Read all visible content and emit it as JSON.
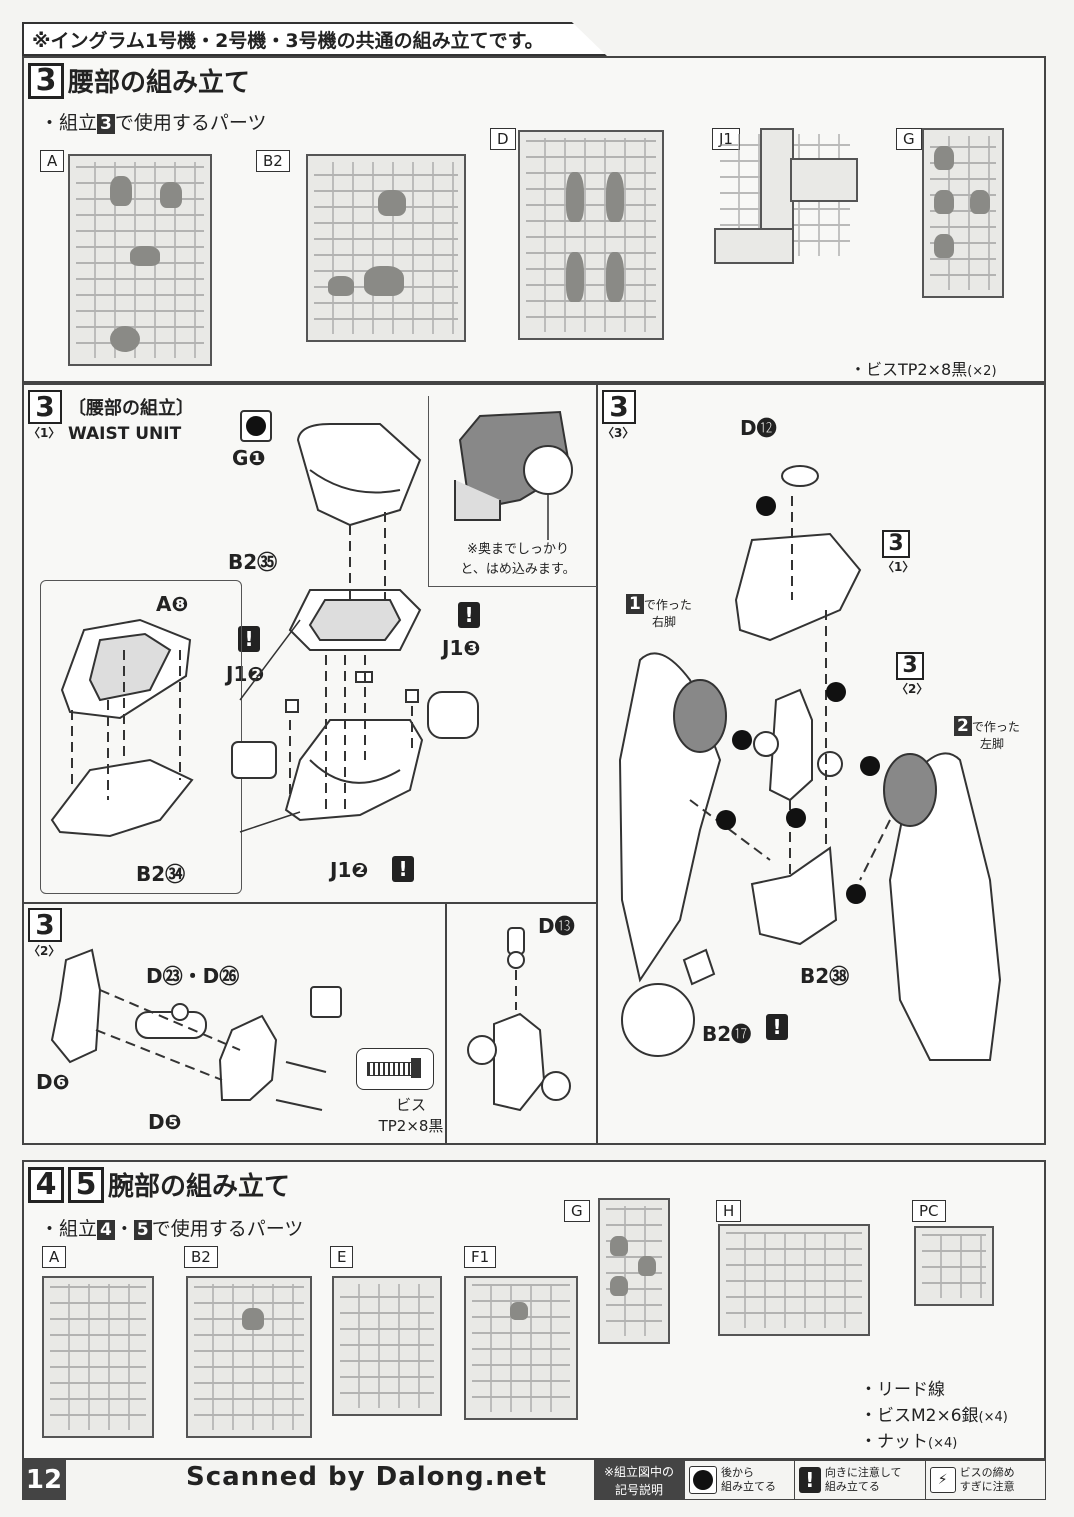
{
  "banner": "※イングラム1号機・2号機・3号機の共通の組み立てです。",
  "section3": {
    "num": "3",
    "title": "腰部の組み立て",
    "parts_prefix": "・組立",
    "parts_step": "3",
    "parts_suffix": "で使用するパーツ",
    "runners": [
      "A",
      "B2",
      "D",
      "J1",
      "G"
    ],
    "screw_note": "・ビスTP2×8黒",
    "screw_qty": "(×2)"
  },
  "step3_1": {
    "num": "3",
    "sub": "〈1〉",
    "title_jp": "〔腰部の組立〕",
    "title_en": "WAIST UNIT",
    "labels": {
      "g1": "G❶",
      "b2_35": "B2㉟",
      "a8": "A❽",
      "j1_2a": "J1❷",
      "j1_3": "J1❸",
      "b2_34": "B2㉞",
      "j1_2b": "J1❷"
    },
    "note": "※奥までしっかりと、はめ込みます。"
  },
  "step3_2": {
    "num": "3",
    "sub": "〈2〉",
    "labels": {
      "d23_26": "D㉓・D㉖",
      "d6": "D❻",
      "d5": "D❺",
      "d13": "D⓭"
    },
    "screw_label": "ビス",
    "screw_spec": "TP2×8黒"
  },
  "step3_3": {
    "num": "3",
    "sub": "〈3〉",
    "labels": {
      "d12": "D⓬",
      "b2_38": "B2㊳",
      "b2_17": "B2⓱"
    },
    "ref1_num": "1",
    "ref1_text1": "で作った",
    "ref1_text2": "右脚",
    "ref2_num": "2",
    "ref2_text1": "で作った",
    "ref2_text2": "左脚",
    "ref_step1": {
      "n": "3",
      "s": "〈1〉"
    },
    "ref_step2": {
      "n": "3",
      "s": "〈2〉"
    }
  },
  "section45": {
    "num1": "4",
    "num2": "5",
    "title": "腕部の組み立て",
    "parts_prefix": "・組立",
    "parts_step1": "4",
    "parts_sep": "・",
    "parts_step2": "5",
    "parts_suffix": "で使用するパーツ",
    "runners": [
      "A",
      "B2",
      "E",
      "F1",
      "G",
      "H",
      "PC"
    ],
    "notes": [
      "・リード線",
      "・ビスM2×6銀",
      "・ナット"
    ],
    "notes_qty": [
      "",
      "(×4)",
      "(×4)"
    ]
  },
  "footer": {
    "page": "12",
    "scan": "Scanned by Dalong.net",
    "legend_title1": "※組立図中の",
    "legend_title2": "記号説明",
    "legend": [
      {
        "icon": "back-assemble-icon",
        "text1": "後から",
        "text2": "組み立てる"
      },
      {
        "icon": "warning-icon",
        "text1": "向きに注意して",
        "text2": "組み立てる"
      },
      {
        "icon": "screw-caution-icon",
        "text1": "ビスの締め",
        "text2": "すぎに注意"
      }
    ]
  }
}
